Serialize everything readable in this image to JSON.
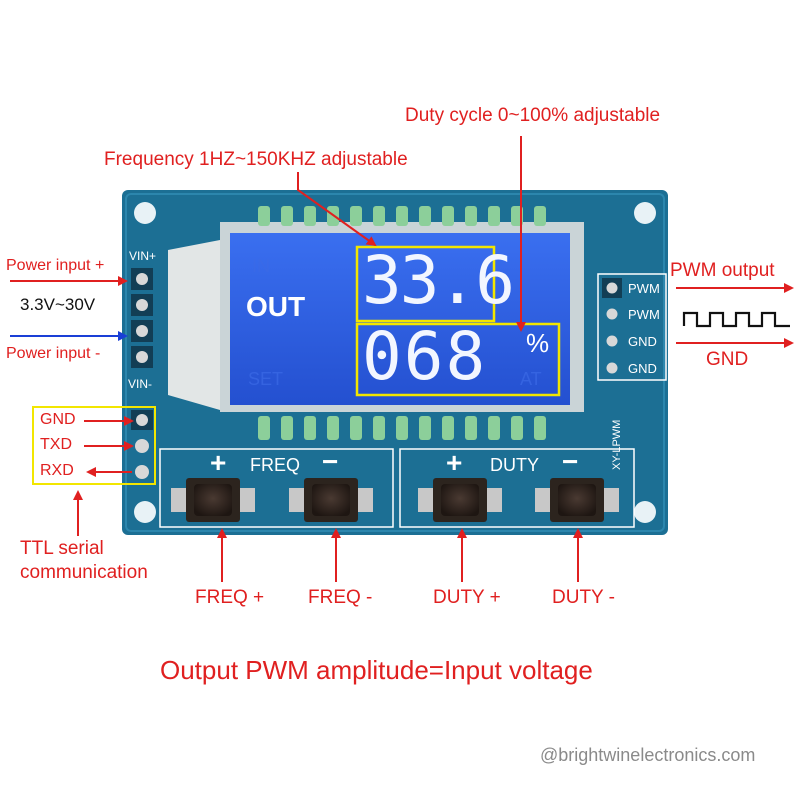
{
  "annotations": {
    "duty_cycle": "Duty cycle 0~100% adjustable",
    "frequency": "Frequency 1HZ~150KHZ adjustable",
    "power_input_plus": "Power input +",
    "voltage_range": "3.3V~30V",
    "power_input_minus": "Power input -",
    "pwm_output": "PWM output",
    "gnd_output": "GND",
    "gnd_serial": "GND",
    "txd_serial": "TXD",
    "rxd_serial": "RXD",
    "ttl_line1": "TTL serial",
    "ttl_line2": "communication",
    "freq_plus": "FREQ +",
    "freq_minus": "FREQ -",
    "duty_plus": "DUTY +",
    "duty_minus": "DUTY -",
    "amplitude_note": "Output PWM amplitude=Input voltage",
    "watermark": "@brightwinelectronics.com"
  },
  "board": {
    "vin_plus": "VIN+",
    "vin_minus": "VIN-",
    "pin_pwm_1": "PWM",
    "pin_pwm_2": "PWM",
    "pin_gnd_1": "GND",
    "pin_gnd_2": "GND",
    "freq_group_label": "FREQ",
    "duty_group_label": "DUTY",
    "plus_sign": "+",
    "minus_sign": "−",
    "model": "XY-LPWM"
  },
  "lcd": {
    "out_label": "OUT",
    "frequency_value": "33.6",
    "duty_value": "068",
    "percent_symbol": "%"
  },
  "colors": {
    "annotation_red": "#e02020",
    "highlight_yellow": "#f2e600",
    "pcb_blue": "#1c6f94",
    "lcd_blue": "#2a5fe0",
    "arrow_blue": "#1a3fd6"
  }
}
